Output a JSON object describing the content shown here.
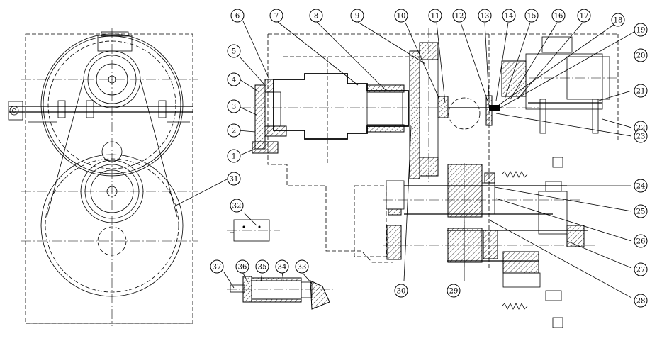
{
  "drawing": {
    "balloons": [
      {
        "id": "1",
        "label": "1"
      },
      {
        "id": "2",
        "label": "2"
      },
      {
        "id": "3",
        "label": "3"
      },
      {
        "id": "4",
        "label": "4"
      },
      {
        "id": "5",
        "label": "5"
      },
      {
        "id": "6",
        "label": "6"
      },
      {
        "id": "7",
        "label": "7"
      },
      {
        "id": "8",
        "label": "8"
      },
      {
        "id": "9",
        "label": "9"
      },
      {
        "id": "10",
        "label": "10"
      },
      {
        "id": "11",
        "label": "11"
      },
      {
        "id": "12",
        "label": "12"
      },
      {
        "id": "13",
        "label": "13"
      },
      {
        "id": "14",
        "label": "14"
      },
      {
        "id": "15",
        "label": "15"
      },
      {
        "id": "16",
        "label": "16"
      },
      {
        "id": "17",
        "label": "17"
      },
      {
        "id": "18",
        "label": "18"
      },
      {
        "id": "19",
        "label": "19"
      },
      {
        "id": "20",
        "label": "20"
      },
      {
        "id": "21",
        "label": "21"
      },
      {
        "id": "22",
        "label": "22"
      },
      {
        "id": "23",
        "label": "23"
      },
      {
        "id": "24",
        "label": "24"
      },
      {
        "id": "25",
        "label": "25"
      },
      {
        "id": "26",
        "label": "26"
      },
      {
        "id": "27",
        "label": "27"
      },
      {
        "id": "28",
        "label": "28"
      },
      {
        "id": "29",
        "label": "29"
      },
      {
        "id": "30",
        "label": "30"
      },
      {
        "id": "31",
        "label": "31"
      },
      {
        "id": "32",
        "label": "32"
      },
      {
        "id": "33",
        "label": "33"
      },
      {
        "id": "34",
        "label": "34"
      },
      {
        "id": "35",
        "label": "35"
      },
      {
        "id": "36",
        "label": "36"
      },
      {
        "id": "37",
        "label": "37"
      }
    ]
  }
}
